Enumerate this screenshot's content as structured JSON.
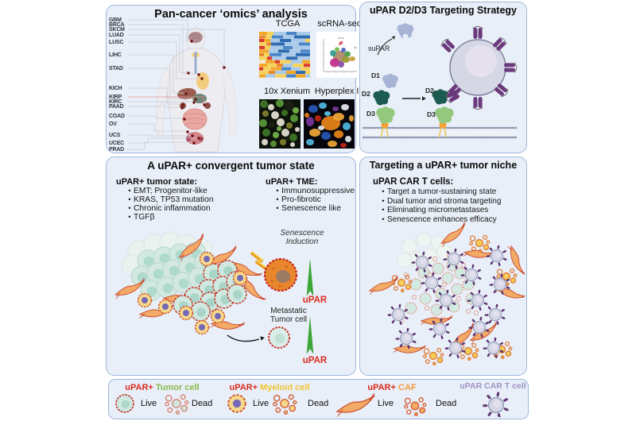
{
  "colors": {
    "panel_bg": "#e9eff8",
    "panel_border": "#9db8dc",
    "upar_red": "#d92b1f",
    "tumor_green": "#8ab84b",
    "myeloid_yellow": "#f0c532",
    "caf_orange": "#f09a3e",
    "cart_purple": "#9d92c6",
    "d1_blue": "#a7b4d6",
    "d2_teal": "#1d5a50",
    "d3_green": "#93c87e",
    "receptor_purple": "#6b3a7d",
    "senescence_orange": "#e8862e",
    "arrow_green": "#3aa637"
  },
  "panels": {
    "pan_cancer": {
      "title": "Pan-cancer ‘omics’ analysis",
      "cancer_types": [
        "GBM",
        "BRCA",
        "SKCM",
        "LUAD",
        "LUSC",
        "LIHC",
        "STAD",
        "KICH",
        "KIRP",
        "KIRC",
        "PAAD",
        "COAD",
        "OV",
        "UCS",
        "UCEC",
        "PRAD"
      ],
      "modalities": [
        "TCGA",
        "scRNA-seq",
        "10x Xenium",
        "Hyperplex IF"
      ]
    },
    "targeting": {
      "title": "uPAR D2/D3 Targeting Strategy",
      "labels": {
        "supar": "suPAR",
        "d1": "D1",
        "d2": "D2",
        "d3": "D3",
        "d2b": "D2",
        "d3b": "D3"
      }
    },
    "convergent": {
      "title": "A uPAR+ convergent tumor state",
      "tumor_state_heading": "uPAR+ tumor state:",
      "tumor_state_items": [
        "EMT; Progenitor-like",
        "KRAS, TP53 mutation",
        "Chronic inflammation",
        "TGFβ"
      ],
      "tme_heading": "uPAR+ TME:",
      "tme_items": [
        "Immunosuppressive",
        "Pro-fibrotic",
        "Senescence like"
      ],
      "senescence_label": "Senescence\nInduction",
      "metastatic_label": "Metastatic\nTumor cell",
      "upar_label": "uPAR"
    },
    "niche": {
      "title": "Targeting a uPAR+ tumor niche",
      "heading": "uPAR CAR T cells:",
      "items": [
        "Target a tumor-sustaining state",
        "Dual tumor and stroma targeting",
        "Eliminating micrometastases",
        "Senescence enhances efficacy"
      ]
    }
  },
  "legend": {
    "tumor": {
      "prefix": "uPAR+",
      "name": "Tumor cell",
      "live": "Live",
      "dead": "Dead"
    },
    "myeloid": {
      "prefix": "uPAR+",
      "name": "Myeloid cell",
      "live": "Live",
      "dead": "Dead"
    },
    "caf": {
      "prefix": "uPAR+",
      "name": "CAF",
      "live": "Live",
      "dead": "Dead"
    },
    "cart": {
      "name": "uPAR CAR T cell"
    }
  }
}
